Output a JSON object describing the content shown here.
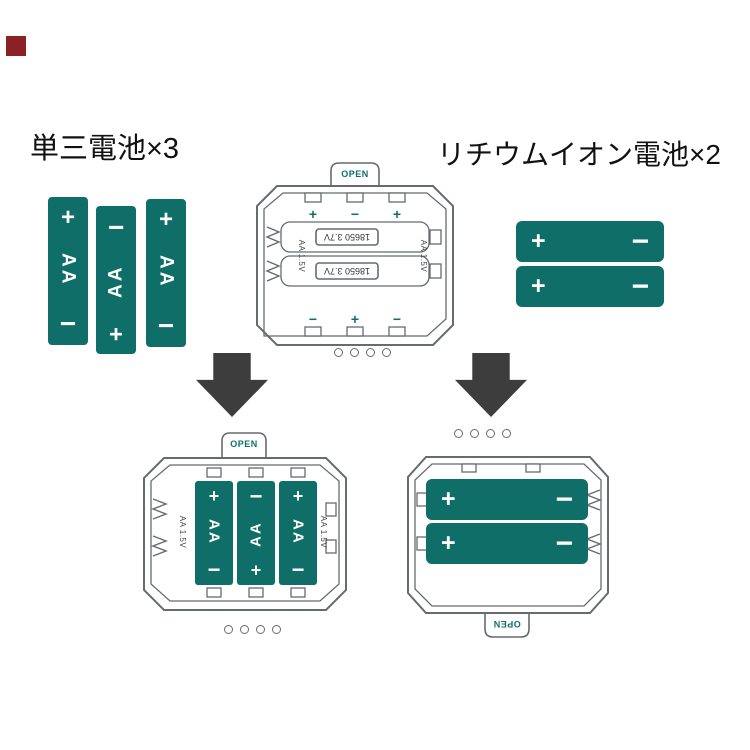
{
  "colors": {
    "battery": "#0f6f68",
    "arrow": "#3d3d3d",
    "line": "#666b6e",
    "ink": "#111111",
    "corner": "#8b2025"
  },
  "titles": {
    "aa": "単三電池×3",
    "liion": "リチウムイオン電池×2"
  },
  "glyphs": {
    "plus": "+",
    "minus": "−",
    "aa": "AA"
  },
  "holder": {
    "open": "OPEN",
    "cell18650": "18650 3.7V",
    "aa15v": "AA 1.5V"
  }
}
